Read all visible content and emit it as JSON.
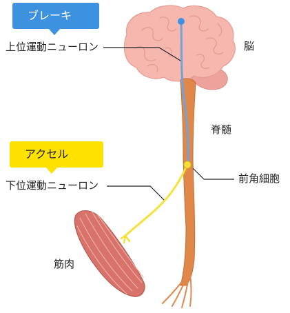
{
  "badges": {
    "brake": "ブレーキ",
    "accel": "アクセル"
  },
  "labels": {
    "upper_motor_neuron": "上位運動ニューロン",
    "brain": "脳",
    "spinal_cord": "脊髄",
    "anterior_horn_cell": "前角細胞",
    "lower_motor_neuron": "下位運動ニューロン",
    "muscle": "筋肉"
  },
  "colors": {
    "brake": "#3d92e0",
    "accel": "#ffe100",
    "brain": "#f6b7ae",
    "cord": "#e0874a",
    "muscle": "#d7736a",
    "upper_neuron": "#6fa3dc",
    "lower_neuron": "#f5e13a"
  }
}
